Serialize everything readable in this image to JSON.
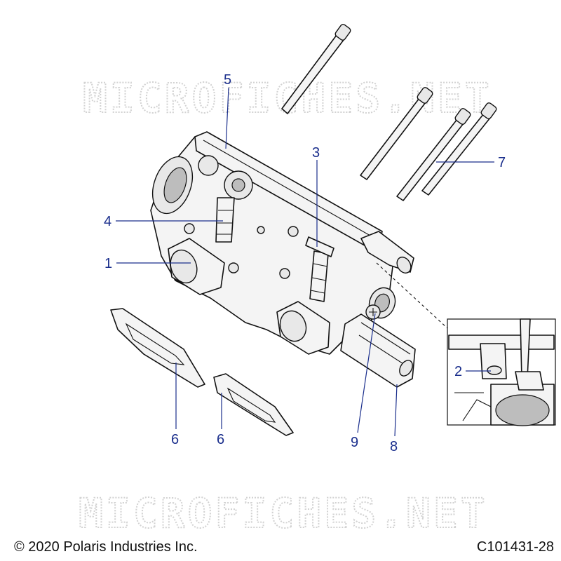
{
  "watermark": "MICROFICHES.NET",
  "footer": {
    "copyright": "© 2020 Polaris Industries Inc.",
    "diagram_code": "C101431-28"
  },
  "callouts": {
    "c1": "1",
    "c2": "2",
    "c3": "3",
    "c4": "4",
    "c5": "5",
    "c6a": "6",
    "c6b": "6",
    "c7": "7",
    "c8": "8",
    "c9": "9"
  },
  "colors": {
    "callout": "#1a2e8c",
    "line": "#111111",
    "watermark": "#d2d2d2"
  }
}
